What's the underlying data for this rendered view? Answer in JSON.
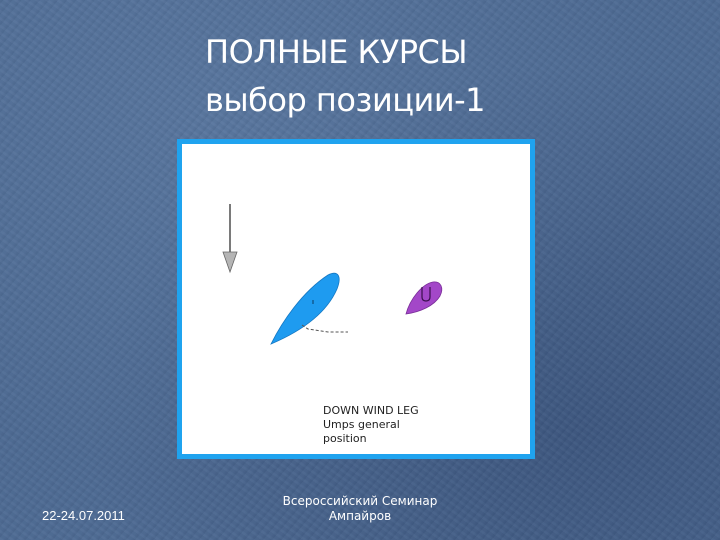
{
  "slide": {
    "title_line1": "ПОЛНЫЕ КУРСЫ",
    "title_line2": "выбор позиции-1",
    "background_color": "#4d6a93"
  },
  "diagram": {
    "frame_color": "#1fa3ef",
    "caption_line1": "DOWN WIND LEG",
    "caption_line2": "Umps general",
    "caption_line3": "position",
    "boat_color": "#1e9bf0",
    "umpire_boat_color": "#a347c8",
    "umpire_boat_letter": "U",
    "wind_arrow_icon": "arrow-down-icon"
  },
  "footer": {
    "date": "22-24.07.2011",
    "event_line1": "Всероссийский Семинар",
    "event_line2": "Ампайров"
  }
}
